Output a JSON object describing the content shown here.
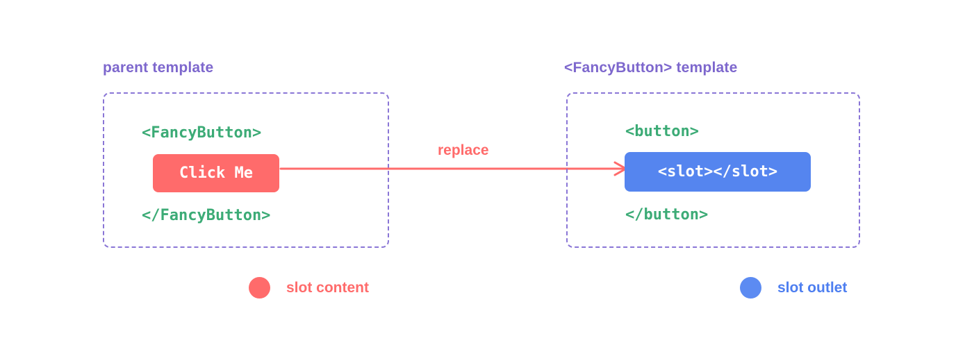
{
  "diagram": {
    "left_box": {
      "title": "parent template",
      "code_open": "<FancyButton>",
      "button_label": "Click Me",
      "code_close": "</FancyButton>"
    },
    "right_box": {
      "title": "<FancyButton> template",
      "code_open": "<button>",
      "button_label": "<slot></slot>",
      "code_close": "</button>"
    },
    "arrow": {
      "label": "replace"
    },
    "legend": [
      {
        "label": "slot content",
        "color": "#ff6b6b"
      },
      {
        "label": "slot outlet",
        "color": "#5c8bf2"
      }
    ],
    "colors": {
      "purple_label": "#7d67cd",
      "purple_border": "#8a76d6",
      "code_green": "#3cab76",
      "accent_red": "#ff6b6b",
      "accent_blue": "#5585ef"
    }
  }
}
